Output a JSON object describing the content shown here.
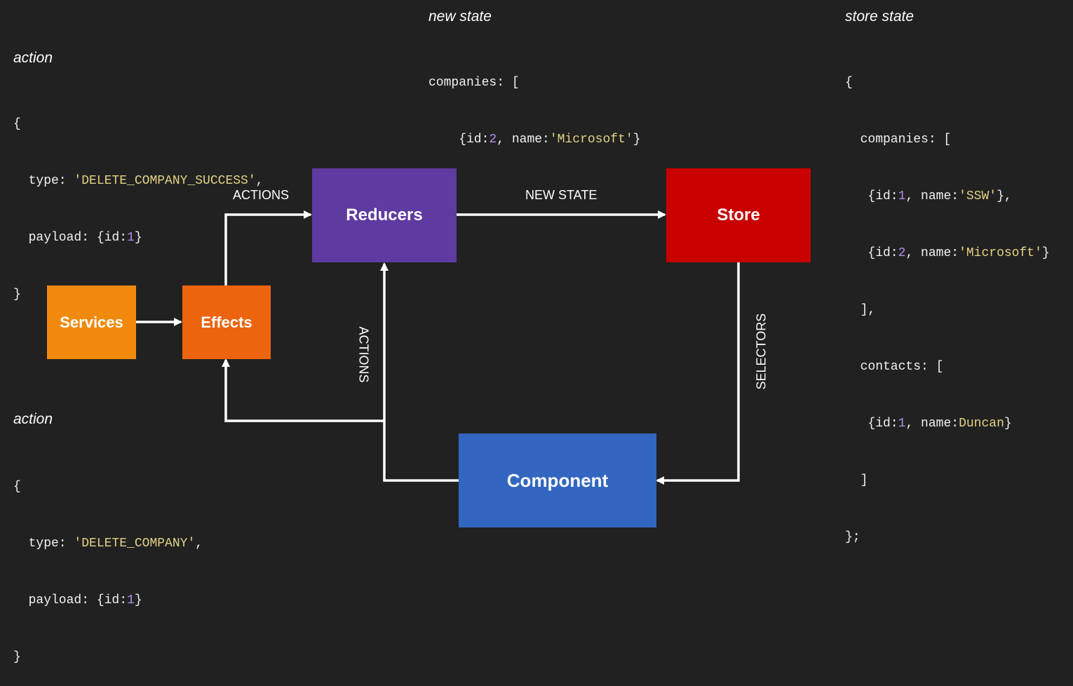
{
  "headings": {
    "action_top": "action",
    "new_state": "new state",
    "store_state": "store state",
    "action_bottom": "action"
  },
  "code": {
    "action_top": {
      "open": "{",
      "type_key": "  type: ",
      "type_value": "'DELETE_COMPANY_SUCCESS'",
      "type_end": ",",
      "payload_key": "  payload: {id:",
      "payload_id": "1",
      "payload_end": "}",
      "close": "}"
    },
    "new_state": {
      "line1": "companies: [",
      "l2_a": "    {id:",
      "l2_id": "2",
      "l2_b": ", name:",
      "l2_name": "'Microsoft'",
      "l2_c": "}",
      "line3": "];"
    },
    "store_state": {
      "open": "{",
      "companies": "  companies: [",
      "c1_a": "   {id:",
      "c1_id": "1",
      "c1_b": ", name:",
      "c1_name": "'SSW'",
      "c1_c": "},",
      "c2_a": "   {id:",
      "c2_id": "2",
      "c2_b": ", name:",
      "c2_name": "'Microsoft'",
      "c2_c": "}",
      "close_companies": "  ],",
      "contacts": "  contacts: [",
      "ct1_a": "   {id:",
      "ct1_id": "1",
      "ct1_b": ", name:",
      "ct1_name": "Duncan",
      "ct1_c": "}",
      "close_contacts": "  ]",
      "close": "};"
    },
    "action_bottom": {
      "open": "{",
      "type_key": "  type: ",
      "type_value": "'DELETE_COMPANY'",
      "type_end": ",",
      "payload_key": "  payload: {id:",
      "payload_id": "1",
      "payload_end": "}",
      "close": "}"
    }
  },
  "boxes": {
    "reducers": {
      "label": "Reducers",
      "color": "#5f3aa0"
    },
    "store": {
      "label": "Store",
      "color": "#c80000"
    },
    "services": {
      "label": "Services",
      "color": "#f18a0c"
    },
    "effects": {
      "label": "Effects",
      "color": "#ec640e"
    },
    "component": {
      "label": "Component",
      "color": "#3266c0"
    }
  },
  "edges": {
    "effects_to_reducers": "ACTIONS",
    "reducers_to_store": "NEW STATE",
    "component_to_reducers": "ACTIONS",
    "store_to_component": "SELECTORS"
  },
  "colors": {
    "background": "#212121",
    "string": "#e3d383",
    "number": "#b58cf0",
    "arrow": "#ffffff"
  }
}
